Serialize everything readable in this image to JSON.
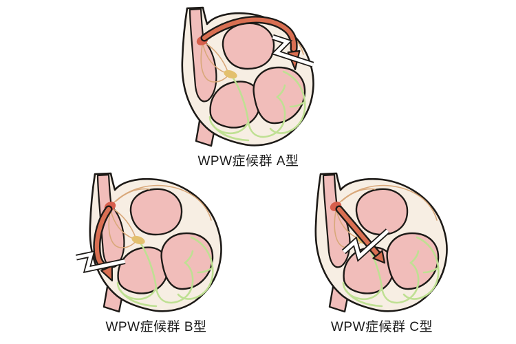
{
  "figures": [
    {
      "caption": "WPW症候群 A型"
    },
    {
      "caption": "WPW症候群 B型"
    },
    {
      "caption": "WPW症候群 C型"
    }
  ],
  "colors": {
    "background": "#ffffff",
    "heart_wall": "#f7eee3",
    "chamber_pink": "#f1bdba",
    "outline": "#1d1a17",
    "sa_node_red": "#d75f4c",
    "av_node_gold": "#e3c06e",
    "atrial_tract_tan": "#d9a87a",
    "purkinje_green": "#bfe093",
    "pathway_arrow_red": "#d96f52",
    "break_mark_white": "#ffffff",
    "caption_text": "#1a1a1a"
  }
}
